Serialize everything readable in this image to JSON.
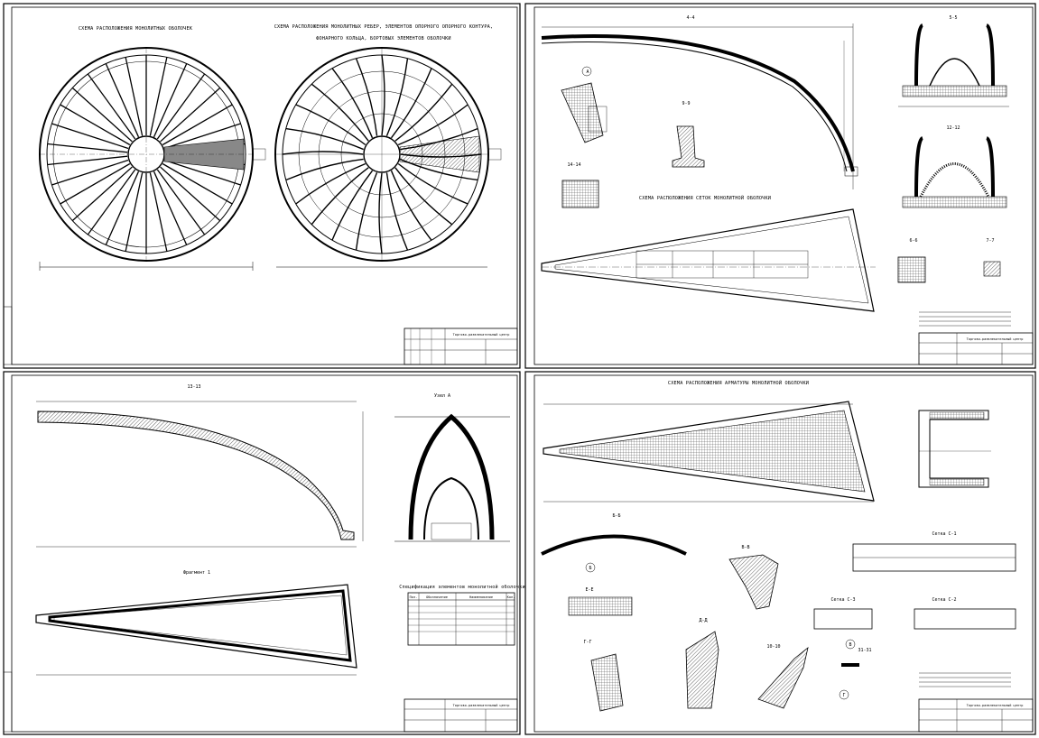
{
  "sheets": [
    {
      "id": "sheet-1",
      "titles": [
        "СХЕМА РАСПОЛОЖЕНИЯ МОНОЛИТНЫХ ОБОЛОЧЕК",
        "СХЕМА РАСПОЛОЖЕНИЯ МОНОЛИТНЫХ РЕБЕР, ЭЛЕМЕНТОВ ОПОРНОГО ОПОРНОГО КОНТУРА,",
        "ФОНАРНОГО КОЛЬЦА, БОРТОВЫХ ЭЛЕМЕНТОВ ОБОЛОЧКИ"
      ],
      "stamp_title": "Торгово-развлекательный центр"
    },
    {
      "id": "sheet-2",
      "titles": [
        "4-4",
        "5-5",
        "9-9",
        "12-12",
        "14-14",
        "6-6",
        "7-7",
        "А",
        "СХЕМА РАСПОЛОЖЕНИЯ СЕТОК МОНОЛИТНОЙ ОБОЛОЧКИ"
      ],
      "stamp_title": "Торгово-развлекательный центр"
    },
    {
      "id": "sheet-3",
      "titles": [
        "13-13",
        "Узел А",
        "Фрагмент 1",
        "Спецификация элементов монолитной оболочки"
      ],
      "spec_headers": [
        "Поз.",
        "Обозначение",
        "Наименование",
        "Кол."
      ],
      "stamp_title": "Торгово-развлекательный центр"
    },
    {
      "id": "sheet-4",
      "titles": [
        "СХЕМА РАСПОЛОЖЕНИЯ АРМАТУРЫ МОНОЛИТНОЙ ОБОЛОЧКИ",
        "Б-Б",
        "В-В",
        "Г-Г",
        "Д-Д",
        "Е-Е",
        "10-10",
        "31-31",
        "Сетка С-1",
        "Сетка С-2",
        "Сетка С-3",
        "Б",
        "В",
        "Г"
      ],
      "stamp_title": "Торгово-развлекательный центр"
    }
  ]
}
